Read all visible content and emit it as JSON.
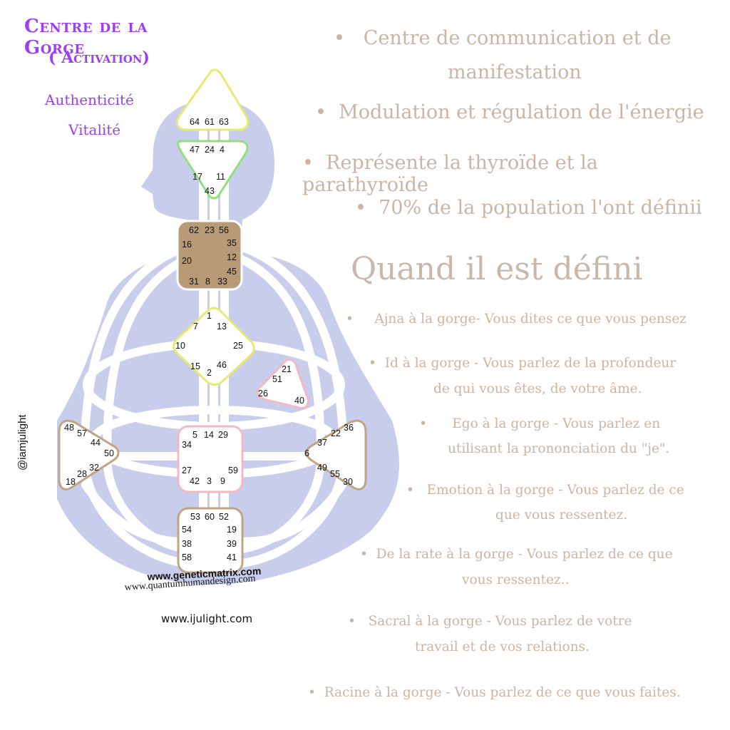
{
  "title": {
    "main": "Centre de la Gorge",
    "sub": "( Activation)"
  },
  "keywords": [
    "Authenticité",
    "Vitalité"
  ],
  "bullets": [
    {
      "line1": "Centre de communication et de",
      "line2": "manifestation"
    },
    {
      "line1": "Modulation et régulation de l'énergie"
    },
    {
      "line1": "Représente la thyroïde et la parathyroïde"
    },
    {
      "line1": "70% de la population l'ont définii"
    }
  ],
  "section_heading": "Quand il est défini",
  "connections": [
    {
      "line1": "Ajna à la gorge- Vous dites ce que vous pensez"
    },
    {
      "line1": "Id à la gorge - Vous parlez de la profondeur",
      "line2": "de qui vous êtes, de votre âme."
    },
    {
      "line1": "Ego à la gorge - Vous parlez en",
      "line2": "utilisant la prononciation du \"je\"."
    },
    {
      "line1": "Emotion à la gorge - Vous parlez de ce",
      "line2": "que vous ressentez."
    },
    {
      "line1": "De la rate à la gorge - Vous parlez de ce que",
      "line2": "vous ressentez.."
    },
    {
      "line1": "Sacral à la gorge - Vous parlez de votre",
      "line2": "travail et de vos relations."
    },
    {
      "line1": "Racine à la gorge - Vous parlez de ce que vous faites."
    }
  ],
  "credits": {
    "handle": "@iamjulight",
    "site1": "www.geneticmatrix.com",
    "site2": "www.quantumhumandesign.com",
    "site3": "www.ijulight.com"
  },
  "bullet_symbol": "•",
  "colors": {
    "title": "#9b3ff0",
    "body_text": "#c9b5a8",
    "silhouette": "#c9cdec",
    "throat_center": "#b89a76",
    "head_border": "#e6ea74",
    "ajna_border": "#8fe07b",
    "spleen_border": "#bfa583",
    "ego_border": "#f2b9c4",
    "sacral_border": "#bfa583"
  },
  "centers": {
    "head": {
      "gates": [
        "64",
        "61",
        "63"
      ]
    },
    "ajna": {
      "gates": [
        "47",
        "24",
        "4",
        "17",
        "11",
        "43"
      ]
    },
    "throat": {
      "gates": [
        "62",
        "23",
        "56",
        "16",
        "35",
        "20",
        "12",
        "45",
        "31",
        "8",
        "33"
      ]
    },
    "g": {
      "gates": [
        "1",
        "7",
        "13",
        "10",
        "25",
        "15",
        "46",
        "2"
      ]
    },
    "ego": {
      "gates": [
        "21",
        "51",
        "26",
        "40"
      ]
    },
    "spleen": {
      "gates": [
        "48",
        "57",
        "44",
        "50",
        "32",
        "28",
        "18"
      ]
    },
    "sacral": {
      "gates": [
        "5",
        "14",
        "29",
        "34",
        "27",
        "59",
        "42",
        "3",
        "9"
      ]
    },
    "solar": {
      "gates": [
        "36",
        "22",
        "37",
        "6",
        "49",
        "55",
        "30"
      ]
    },
    "root": {
      "gates": [
        "53",
        "60",
        "52",
        "54",
        "19",
        "38",
        "39",
        "58",
        "41"
      ]
    }
  }
}
